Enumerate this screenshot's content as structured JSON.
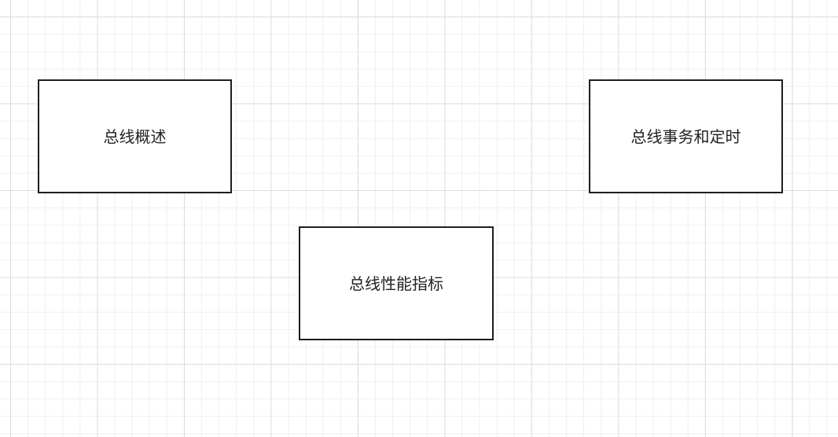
{
  "nodes": {
    "overview": {
      "label": "总线概述"
    },
    "performance": {
      "label": "总线性能指标"
    },
    "transaction": {
      "label": "总线事务和定时"
    }
  }
}
